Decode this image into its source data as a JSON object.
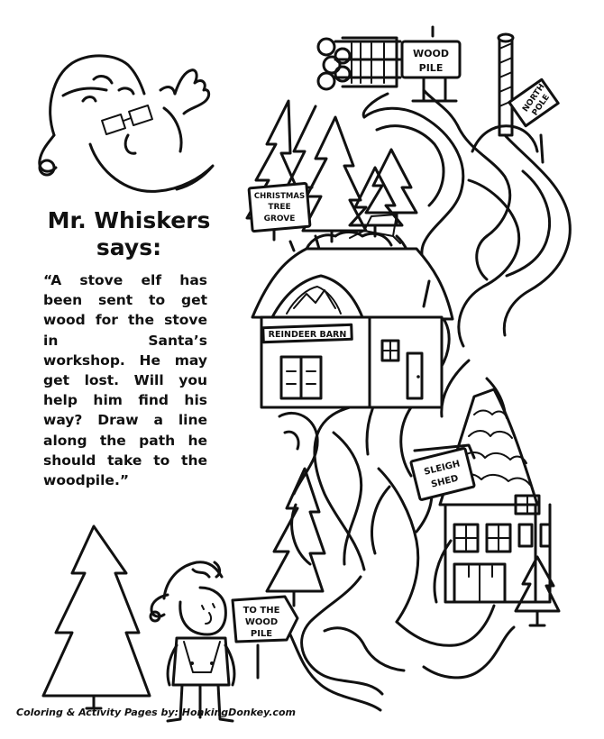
{
  "heading": {
    "line1": "Mr. Whiskers",
    "line2": "says:"
  },
  "instructions": "“A stove elf has been sent to get wood for the stove in Santa’s workshop. He may get lost. Will you help him find his way? Draw a line along the path he should take to the woodpile.”",
  "signs": {
    "wood_pile": [
      "WOOD",
      "PILE"
    ],
    "north_pole": [
      "NORTH",
      "POLE"
    ],
    "christmas_tree_grove": [
      "CHRISTMAS",
      "TREE",
      "GROVE"
    ],
    "reindeer_barn": "REINDEER BARN",
    "sleigh_shed": [
      "SLEIGH",
      "SHED"
    ],
    "to_the_wood_pile": [
      "TO THE",
      "WOOD",
      "PILE"
    ]
  },
  "credit": "Coloring & Activity Pages by: HonkingDonkey.com"
}
